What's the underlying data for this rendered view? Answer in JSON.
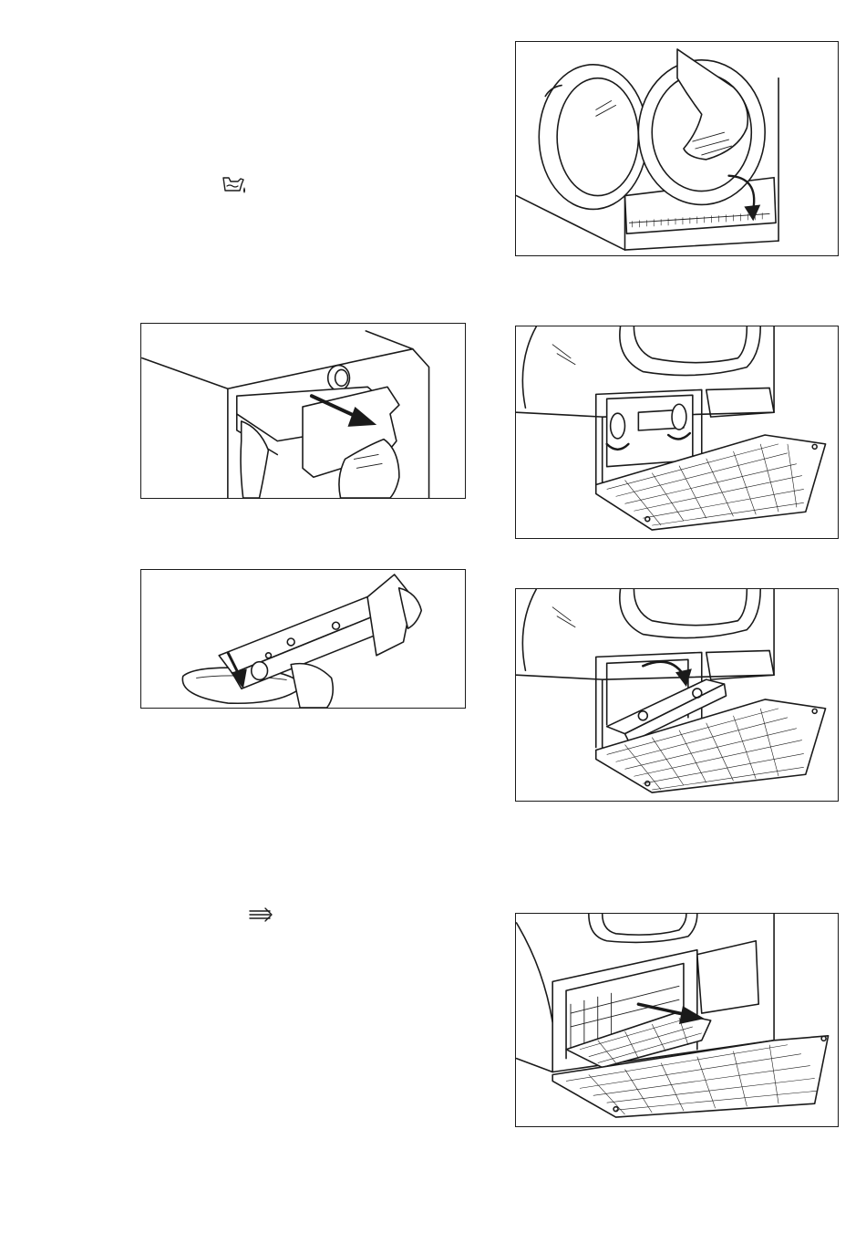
{
  "page": {
    "symbols": [
      {
        "name": "water-container-icon"
      },
      {
        "name": "heat-exchanger-icon"
      }
    ]
  },
  "illustrations": [
    {
      "id": "open-door"
    },
    {
      "id": "remove-water-container"
    },
    {
      "id": "empty-water-container"
    },
    {
      "id": "unlock-heat-exchanger-cover"
    },
    {
      "id": "open-heat-exchanger-cover"
    },
    {
      "id": "pull-out-heat-exchanger"
    }
  ]
}
